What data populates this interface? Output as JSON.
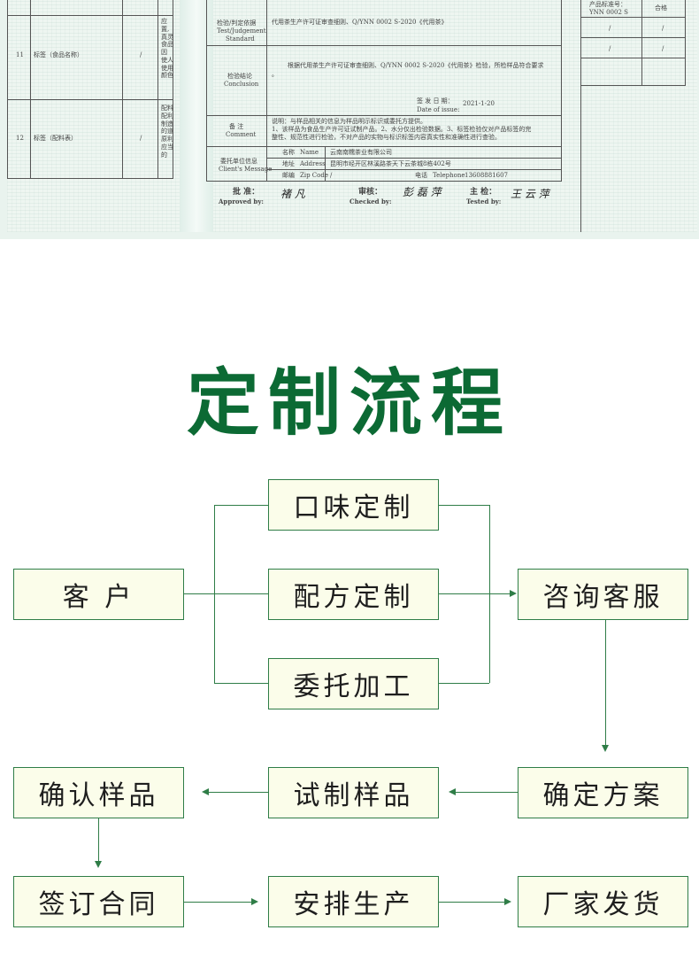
{
  "report": {
    "left_rows": [
      {
        "no": "11",
        "item": "标签（食品名称）",
        "value": "/",
        "notes": [
          "应",
          "置,",
          "真灵",
          "食品",
          "因",
          "使人",
          "使用",
          "颜色"
        ]
      },
      {
        "no": "12",
        "item": "标签（配料表）",
        "value": "/",
        "notes": [
          "配料",
          "配利",
          "制造",
          "的道",
          "原利",
          "应当",
          "的"
        ]
      }
    ],
    "standard": {
      "label_cn": "检验/判定依据",
      "label_en1": "Test/Judgement",
      "label_en2": "Standard",
      "text": "代用茶生产许可证审查细则、Q/YNN 0002 S-2020《代用茶》"
    },
    "conclusion": {
      "label_cn": "检验结论",
      "label_en": "Conclusion",
      "text": "根据代用茶生产许可证审查细则、Q/YNN 0002 S-2020《代用茶》检验，所检样品符合要求",
      "dot": "。",
      "issue_label_cn": "签 发 日 期：",
      "issue_date": "2021-1-20",
      "issue_label_en": "Date of issue:"
    },
    "comment": {
      "label_cn": "备 注",
      "label_en": "Comment",
      "lines": [
        "说明：与样品相关的信息为样品明示标识或委托方提供。",
        "1、该样品为食品生产许可证试制产品。2、水分仅出检验数据。3、标签检验仅对产品标签的完",
        "整性、规范性进行检验，不对产品的实物与标识标签内容真实性和准确性进行查验。"
      ]
    },
    "client": {
      "label_cn": "委托单位信息",
      "label_en": "Client's Message",
      "name_cn": "名称",
      "name_en": "Name",
      "name_value": "云南南糯茶业有限公司",
      "addr_cn": "地址",
      "addr_en": "Address",
      "addr_value": "昆明市经开区林溪路茶天下云茶城8栋402号",
      "zip_cn": "邮编",
      "zip_en": "Zip Code",
      "zip_value": "/",
      "tel_cn": "电话",
      "tel_en": "Telephone",
      "tel_value": "13608881607"
    },
    "signatures": {
      "approved_cn": "批 准：",
      "approved_en": "Approved by:",
      "approved_sig": "褚 凡",
      "checked_cn": "审核：",
      "checked_en": "Checked by:",
      "checked_sig": "彭 磊 萍",
      "tested_cn": "主 检：",
      "tested_en": "Tested by:",
      "tested_sig": "王 云 萍"
    },
    "right_col": {
      "header_line1": "产品标准号：",
      "header_line2": "YNN 0002 S",
      "result": "合格",
      "slash1": "/",
      "slash2": "/",
      "slash3": "/",
      "slash4": "/"
    }
  },
  "title": "定制流程",
  "flow": {
    "taste": "口味定制",
    "customer": "客 户",
    "formula": "配方定制",
    "consult": "咨询客服",
    "oem": "委托加工",
    "confirm_sample": "确认样品",
    "trial_sample": "试制样品",
    "plan": "确定方案",
    "contract": "签订合同",
    "production": "安排生产",
    "shipping": "厂家发货"
  },
  "colors": {
    "title": "#0c6a34",
    "line": "#2f7d47",
    "box_bg": "#fbfdea"
  }
}
